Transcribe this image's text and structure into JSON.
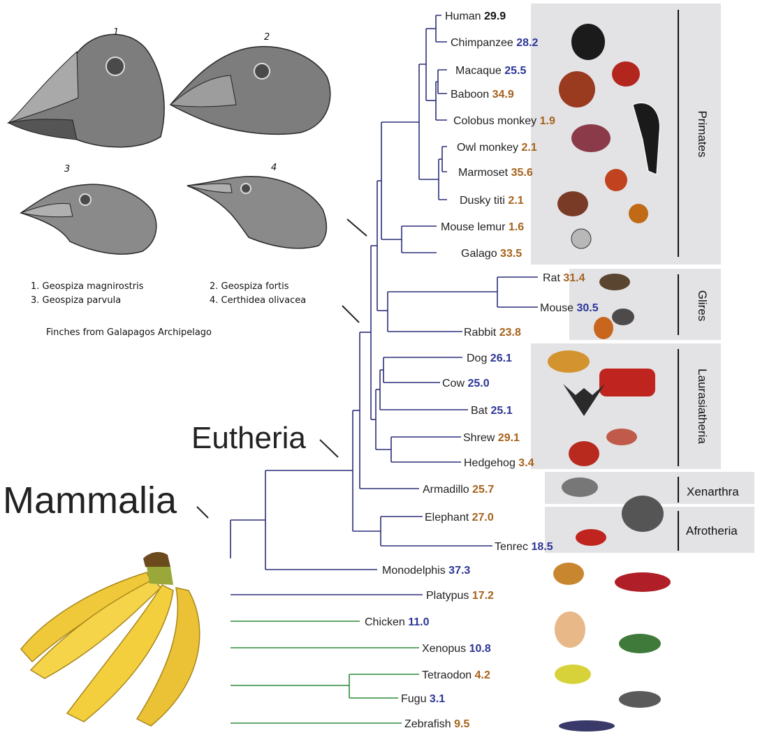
{
  "finches": {
    "numbers": [
      "1",
      "2",
      "3",
      "4"
    ],
    "names_left": [
      "1. Geospiza magnirostris",
      "3. Geospiza parvula"
    ],
    "names_right": [
      "2. Geospiza fortis",
      "4. Certhidea olivacea"
    ],
    "caption": "Finches from Galapagos Archipelago"
  },
  "labels": {
    "eutheria": "Eutheria",
    "mammalia": "Mammalia"
  },
  "colors": {
    "mammal_branch": "#2b2e7a",
    "outgroup_branch": "#2e8b3a",
    "value_blue": "#2c3596",
    "value_brown": "#a6621c",
    "value_black": "#111111",
    "clade_box": "#e3e3e6"
  },
  "clades": [
    {
      "name": "Primates"
    },
    {
      "name": "Glires"
    },
    {
      "name": "Laurasiatheria"
    },
    {
      "name": "Xenarthra"
    },
    {
      "name": "Afrotheria"
    }
  ],
  "taxa": [
    {
      "name": "Human",
      "value": "29.9",
      "color": "black"
    },
    {
      "name": "Chimpanzee",
      "value": "28.2",
      "color": "blue"
    },
    {
      "name": "Macaque",
      "value": "25.5",
      "color": "blue"
    },
    {
      "name": "Baboon",
      "value": "34.9",
      "color": "brown"
    },
    {
      "name": "Colobus monkey",
      "value": "1.9",
      "color": "brown"
    },
    {
      "name": "Owl monkey",
      "value": "2.1",
      "color": "brown"
    },
    {
      "name": "Marmoset",
      "value": "35.6",
      "color": "brown"
    },
    {
      "name": "Dusky titi",
      "value": "2.1",
      "color": "brown"
    },
    {
      "name": "Mouse lemur",
      "value": "1.6",
      "color": "brown"
    },
    {
      "name": "Galago",
      "value": "33.5",
      "color": "brown"
    },
    {
      "name": "Rat",
      "value": "31.4",
      "color": "brown"
    },
    {
      "name": "Mouse",
      "value": "30.5",
      "color": "blue"
    },
    {
      "name": "Rabbit",
      "value": "23.8",
      "color": "brown"
    },
    {
      "name": "Dog",
      "value": "26.1",
      "color": "blue"
    },
    {
      "name": "Cow",
      "value": "25.0",
      "color": "blue"
    },
    {
      "name": "Bat",
      "value": "25.1",
      "color": "blue"
    },
    {
      "name": "Shrew",
      "value": "29.1",
      "color": "brown"
    },
    {
      "name": "Hedgehog",
      "value": "3.4",
      "color": "brown"
    },
    {
      "name": "Armadillo",
      "value": "25.7",
      "color": "brown"
    },
    {
      "name": "Elephant",
      "value": "27.0",
      "color": "brown"
    },
    {
      "name": "Tenrec",
      "value": "18.5",
      "color": "blue"
    },
    {
      "name": "Monodelphis",
      "value": "37.3",
      "color": "blue"
    },
    {
      "name": "Platypus",
      "value": "17.2",
      "color": "brown"
    },
    {
      "name": "Chicken",
      "value": "11.0",
      "color": "blue"
    },
    {
      "name": "Xenopus",
      "value": "10.8",
      "color": "blue"
    },
    {
      "name": "Tetraodon",
      "value": "4.2",
      "color": "brown"
    },
    {
      "name": "Fugu",
      "value": "3.1",
      "color": "blue"
    },
    {
      "name": "Zebrafish",
      "value": "9.5",
      "color": "brown"
    }
  ]
}
